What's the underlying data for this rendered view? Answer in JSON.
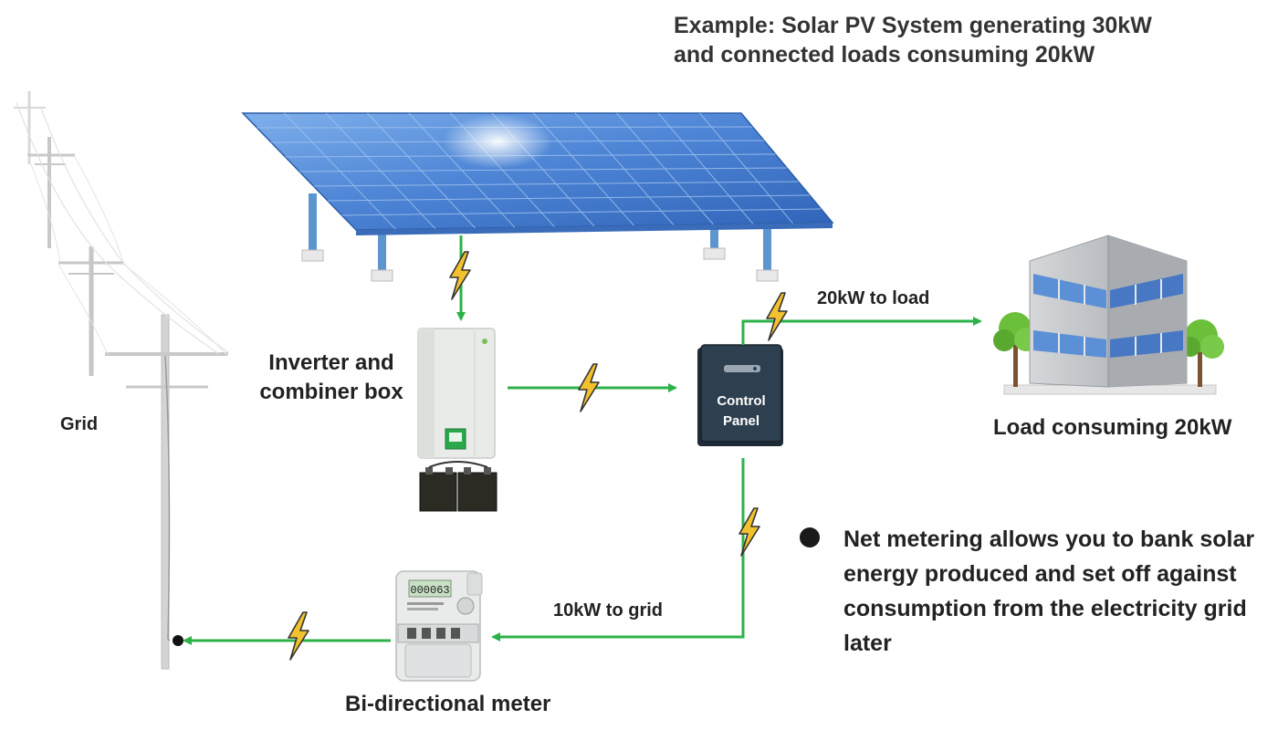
{
  "title": {
    "line1": "Example: Solar PV System generating 30kW",
    "line2": "and connected loads consuming 20kW"
  },
  "labels": {
    "inverter_line1": "Inverter and",
    "inverter_line2": "combiner box",
    "grid": "Grid",
    "control_panel_line1": "Control",
    "control_panel_line2": "Panel",
    "load": "Load consuming 20kW",
    "meter": "Bi-directional meter",
    "to_load": "20kW to load",
    "to_grid": "10kW to grid"
  },
  "note": "Net metering allows you to bank solar energy produced and set off against consumption from the electricity grid later",
  "meter_display": "000063",
  "colors": {
    "flow_line": "#2db24a",
    "lightning": "#f2c12e",
    "panel_blue": "#4f86d6",
    "control_panel": "#2e3f4f",
    "building_grey": "#b9bcc0",
    "building_glass": "#5b8fd6",
    "tree_green": "#6bbf3a"
  }
}
